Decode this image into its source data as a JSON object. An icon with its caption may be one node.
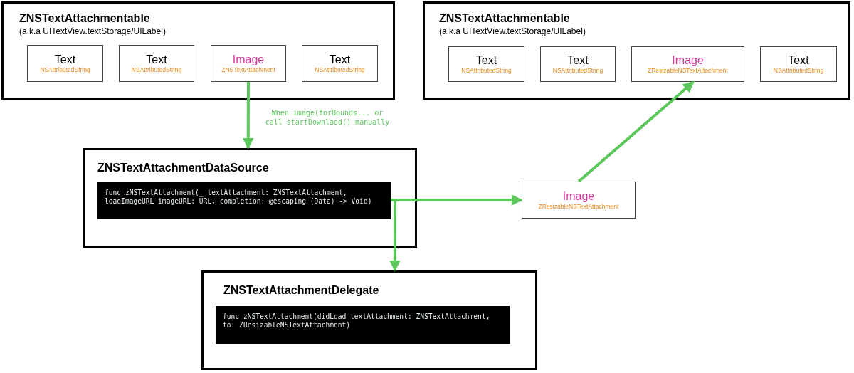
{
  "diagram": {
    "nodes": [
      {
        "text": [
          "ZNSTextAttachmentable",
          "(a.k.a UITextView.textStorage/UILabel)"
        ]
      },
      {
        "text": [
          "Text",
          "NSAttributedString"
        ],
        "in": 0
      },
      {
        "text": [
          "Text",
          "NSAttributedString"
        ],
        "in": 0
      },
      {
        "text": [
          "Image",
          "ZNSTextAttachment"
        ],
        "in": 0
      },
      {
        "text": [
          "Text",
          "NSAttributedString"
        ],
        "in": 0
      },
      {
        "text": [
          "ZNSTextAttachmentable",
          "(a.k.a UITextView.textStorage/UILabel)"
        ]
      },
      {
        "text": [
          "Text",
          "NSAttributedString"
        ],
        "in": 5
      },
      {
        "text": [
          "Text",
          "NSAttributedString"
        ],
        "in": 5
      },
      {
        "text": [
          "Image",
          "ZResizableNSTextAttachment"
        ],
        "in": 5
      },
      {
        "text": [
          "Text",
          "NSAttributedString"
        ],
        "in": 5
      },
      {
        "text": [
          "ZNSTextAttachmentDataSource"
        ]
      },
      {
        "text": [
          "func zNSTextAttachment(_ textAttachment: ZNSTextAttachment, loadImageURL imageURL: URL, completion: @escaping (Data) -> Void)"
        ],
        "in": 10
      },
      {
        "text": [
          "Image",
          "ZResizableNSTextAttachment"
        ]
      },
      {
        "text": [
          "ZNSTextAttachmentDelegate"
        ]
      },
      {
        "text": [
          "func zNSTextAttachment(didLoad textAttachment: ZNSTextAttachment, to: ZResizableNSTextAttachment)"
        ],
        "in": 13
      }
    ],
    "edges": [
      {
        "from": 3,
        "to": 10,
        "arrow": "to",
        "label": "When image(forBounds... or call startDownlaod() manually"
      },
      {
        "from": 11,
        "to": 12,
        "arrow": "to"
      },
      {
        "from": 11,
        "to": 13,
        "arrow": "to"
      },
      {
        "from": 12,
        "to": 8,
        "arrow": "to"
      }
    ]
  }
}
